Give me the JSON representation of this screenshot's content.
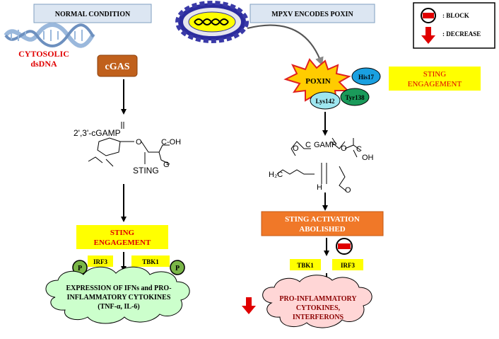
{
  "left": {
    "header": "NORMAL CONDITION",
    "cytosolic_line1": "CYTOSOLIC",
    "cytosolic_line2": "dsDNA",
    "cgas": "cGAS",
    "cgamp": "2',3'-cGAMP",
    "sting_label": "STING",
    "engagement_line1": "STING",
    "engagement_line2": "ENGAGEMENT",
    "irf3": "IRF3",
    "tbk1": "TBK1",
    "p": "P",
    "cloud_line1": "EXPRESSION OF IFNs and PRO-",
    "cloud_line2": "INFLAMMATORY CYTOKINES",
    "cloud_line3": "(TNF-α, IL-6)"
  },
  "right": {
    "header": "MPXV ENCODES POXIN",
    "poxin": "POXIN",
    "his17": "His17",
    "lys142": "Lys142",
    "tyr138": "Tyr138",
    "engagement_line1": "STING",
    "engagement_line2": "ENGAGEMENT",
    "cgamp": "GAMP",
    "activation_line1": "STING ACTIVATION",
    "activation_line2": "ABOLISHED",
    "tbk1": "TBK1",
    "irf3": "IRF3",
    "cloud_line1": "PRO-INFLAMMATORY",
    "cloud_line2": "CYTOKINES,",
    "cloud_line3": "INTERFERONS"
  },
  "legend": {
    "block": ": BLOCK",
    "decrease": ": DECREASE"
  },
  "colors": {
    "header_bg": "#dce6f2",
    "yellow": "#ffff00",
    "cgas": "#c0601c",
    "orange": "#f07828",
    "green_cloud": "#ccffcc",
    "pink_cloud": "#ffd6d6",
    "red": "#e00000",
    "his17": "#1aa0e0",
    "lys142": "#9ee6f0",
    "tyr138": "#1a9a5a",
    "p_green": "#7ab648",
    "dna_blue": "#9ab8dc"
  }
}
